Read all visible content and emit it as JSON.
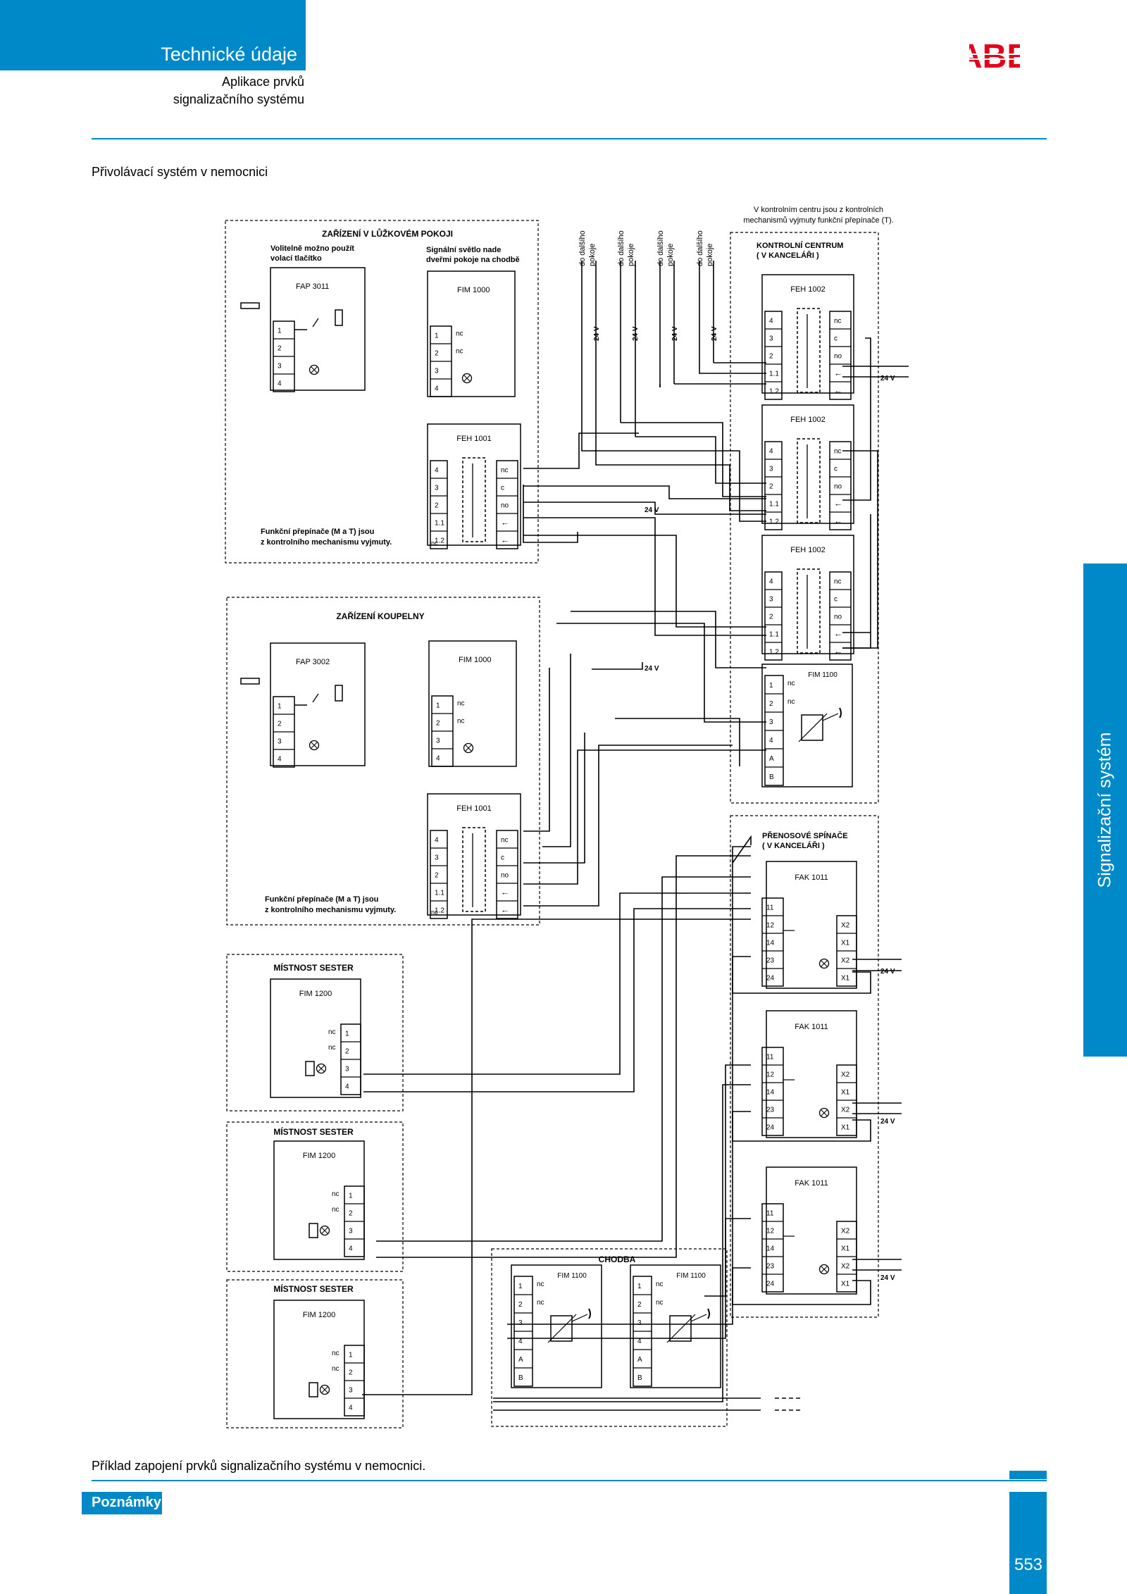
{
  "header": {
    "section_title": "Technické údaje",
    "subtitle_line1": "Aplikace prvků",
    "subtitle_line2": "signalizačního systému",
    "brand": "ABB"
  },
  "intro_text": "Přivolávací systém v nemocnici",
  "side_tab_label": "Signalizační systém",
  "diagram": {
    "note_top": [
      "V kontrolním centru jsou z kontrolních",
      "mechanismů vyjmuty funkční přepínače (T)."
    ],
    "feed_labels": [
      "do dalšího",
      "pokoje"
    ],
    "voltage_label": "24 V",
    "ward_room": {
      "title": "ZAŘÍZENÍ V LŮŽKOVÉM POKOJI",
      "note_left": [
        "Volitelně možno použít",
        "volací tlačítko"
      ],
      "note_right": [
        "Signální světlo nade",
        "dveřmi pokoje na chodbě"
      ],
      "fap_label": "FAP 3011",
      "fim_label": "FIM 1000",
      "feh_label": "FEH 1001",
      "switch_note": [
        "Funkční přepínače (M a T) jsou",
        "z kontrolního mechanismu vyjmuty."
      ]
    },
    "bathroom": {
      "title": "ZAŘÍZENÍ KOUPELNY",
      "fap_label": "FAP 3002",
      "fim_label": "FIM 1000",
      "feh_label": "FEH 1001",
      "switch_note": [
        "Funkční přepínače (M a T) jsou",
        "z kontrolního mechanismu vyjmuty."
      ]
    },
    "control_center": {
      "title_line1": "KONTROLNÍ CENTRUM",
      "title_line2": "( V KANCELÁŘI )",
      "feh_label": "FEH 1002",
      "fim_label": "FIM  1100"
    },
    "transfer_switches": {
      "title_line1": "PŘENOSOVÉ SPÍNAČE",
      "title_line2": "( V KANCELÁŘI )",
      "fak_label": "FAK 1011"
    },
    "nurse_room": {
      "title": "MÍSTNOST SESTER",
      "fim_label": "FIM 1200"
    },
    "corridor": {
      "title": "CHODBA",
      "fim_label": "FIM  1100"
    },
    "terminals": {
      "fap": [
        "1",
        "2",
        "3",
        "4"
      ],
      "fim1000": [
        "1",
        "2",
        "3",
        "4"
      ],
      "fim1000_tags": [
        "nc",
        "nc"
      ],
      "feh_left": [
        "4",
        "3",
        "2",
        "1.1",
        "1.2"
      ],
      "feh_right": [
        "nc",
        "c",
        "no"
      ],
      "fim1100": [
        "1",
        "2",
        "3",
        "4",
        "A",
        "B"
      ],
      "fak_left": [
        "11",
        "12",
        "14",
        "23",
        "24"
      ],
      "fak_right": [
        "X2",
        "X1",
        "X2",
        "X1"
      ],
      "small_nc": "nc"
    }
  },
  "caption": "Příklad zapojení prvků signalizačního systému v nemocnici.",
  "footer": {
    "notes_label": "Poznámky",
    "page_number": "553"
  }
}
